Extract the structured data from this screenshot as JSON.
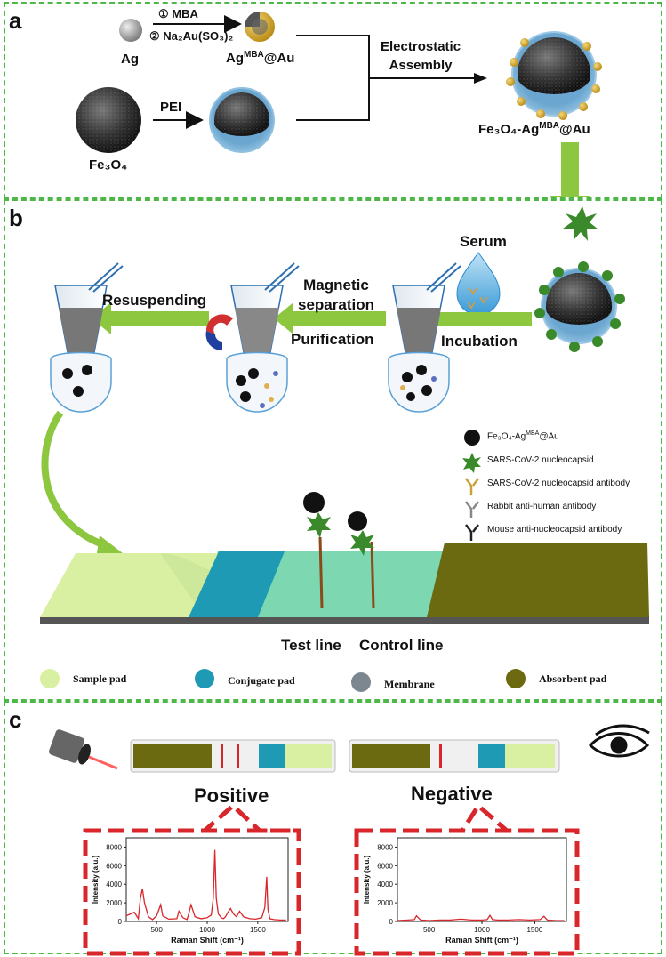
{
  "panels": {
    "a": "a",
    "b": "b",
    "c": "c"
  },
  "panel_a": {
    "ag": "Ag",
    "step1": "① MBA",
    "step2": "② Na₂Au(SO₃)₂",
    "ag_mba_au_base": "Ag",
    "ag_mba_au_sup": "MBA",
    "ag_mba_au_tail": "@Au",
    "pei": "PEI",
    "fe3o4": "Fe₃O₄",
    "assembly_line1": "Electrostatic",
    "assembly_line2": "Assembly",
    "product_base": "Fe₃O₄-Ag",
    "product_sup": "MBA",
    "product_tail": "@Au"
  },
  "panel_b": {
    "serum": "Serum",
    "incubation": "Incubation",
    "magnetic_line1": "Magnetic",
    "magnetic_line2": "separation",
    "purification": "Purification",
    "resuspending": "Resuspending",
    "test_line": "Test line",
    "control_line": "Control line",
    "legend": [
      {
        "label": "Fe₃O₄-Ag",
        "sup": "MBA",
        "tail": "@Au",
        "icon": "nanoparticle-icon"
      },
      {
        "label": "SARS-CoV-2 nucleocapsid",
        "sup": "",
        "tail": "",
        "icon": "nucleocapsid-icon"
      },
      {
        "label": "SARS-CoV-2 nucleocapsid antibody",
        "sup": "",
        "tail": "",
        "icon": "nucleocapsid-antibody-icon"
      },
      {
        "label": "Rabbit anti-human antibody",
        "sup": "",
        "tail": "",
        "icon": "rabbit-antibody-icon"
      },
      {
        "label": "Mouse anti-nucleocapsid antibody",
        "sup": "",
        "tail": "",
        "icon": "mouse-antibody-icon"
      }
    ],
    "strip_legend": [
      {
        "label": "Sample pad",
        "color": "#d9f0a3"
      },
      {
        "label": "Conjugate pad",
        "color": "#1f9ab5"
      },
      {
        "label": "Membrane",
        "color": "#7d8790"
      },
      {
        "label": "Absorbent pad",
        "color": "#6b6a10"
      }
    ]
  },
  "panel_c": {
    "positive": "Positive",
    "negative": "Negative",
    "charts": [
      {
        "ylabel": "Intensity (a.u.)",
        "xlabel": "Raman Shift (cm⁻¹)",
        "yticks": [
          "0",
          "2000",
          "4000",
          "6000",
          "8000"
        ],
        "xticks": [
          "500",
          "1000",
          "1500"
        ]
      },
      {
        "ylabel": "Intensity (a.u.)",
        "xlabel": "Raman Shift (cm⁻¹)",
        "yticks": [
          "0",
          "2000",
          "4000",
          "6000",
          "8000"
        ],
        "xticks": [
          "500",
          "1000",
          "1500"
        ]
      }
    ]
  },
  "chart_data": [
    {
      "type": "line",
      "xlabel": "Raman Shift (cm⁻¹)",
      "ylabel": "Intensity (a.u.)",
      "xlim": [
        200,
        1800
      ],
      "ylim": [
        0,
        9000
      ],
      "series": [
        {
          "x": [
            200,
            240,
            280,
            320,
            340,
            360,
            380,
            420,
            460,
            500,
            520,
            540,
            560,
            620,
            700,
            720,
            760,
            800,
            820,
            840,
            880,
            940,
            1000,
            1040,
            1060,
            1076,
            1090,
            1110,
            1140,
            1160,
            1180,
            1200,
            1230,
            1260,
            1290,
            1320,
            1360,
            1420,
            1480,
            1540,
            1570,
            1588,
            1600,
            1620,
            1660,
            1720,
            1780
          ],
          "y": [
            600,
            800,
            1000,
            300,
            2500,
            3500,
            2000,
            500,
            200,
            600,
            1200,
            1800,
            600,
            250,
            300,
            1100,
            400,
            200,
            900,
            1800,
            500,
            300,
            400,
            700,
            2500,
            7700,
            2500,
            800,
            400,
            300,
            500,
            900,
            1400,
            800,
            500,
            1100,
            500,
            300,
            250,
            400,
            1500,
            4800,
            1300,
            300,
            200,
            150,
            150
          ],
          "color": "#d8262b"
        }
      ]
    },
    {
      "type": "line",
      "xlabel": "Raman Shift (cm⁻¹)",
      "ylabel": "Intensity (a.u.)",
      "xlim": [
        200,
        1800
      ],
      "ylim": [
        0,
        9000
      ],
      "series": [
        {
          "x": [
            200,
            300,
            360,
            380,
            420,
            500,
            600,
            700,
            800,
            900,
            1000,
            1050,
            1076,
            1100,
            1150,
            1250,
            1350,
            1450,
            1550,
            1588,
            1620,
            1700,
            1780
          ],
          "y": [
            100,
            150,
            200,
            600,
            150,
            100,
            150,
            150,
            250,
            150,
            150,
            200,
            650,
            200,
            150,
            150,
            200,
            150,
            200,
            550,
            150,
            100,
            100
          ],
          "color": "#d8262b"
        }
      ]
    }
  ],
  "colors": {
    "panel_border": "#4db848",
    "arrow_green": "#8dc63f",
    "red": "#d8262b"
  }
}
